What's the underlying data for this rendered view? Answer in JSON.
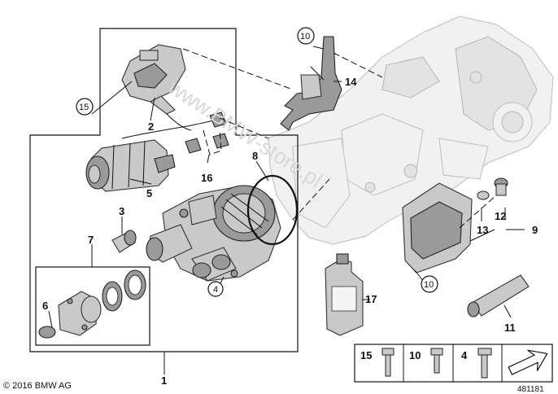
{
  "watermark": "www.BMW-store.pl",
  "copyright": "© 2016 BMW AG",
  "diagram_number": "481181",
  "callouts": {
    "c1": "1",
    "c2": "2",
    "c3": "3",
    "c4": "4",
    "c5": "5",
    "c6": "6",
    "c7": "7",
    "c8": "8",
    "c9": "9",
    "c10a": "10",
    "c10b": "10",
    "c11": "11",
    "c12": "12",
    "c13": "13",
    "c14": "14",
    "c15": "15",
    "c16": "16",
    "c17": "17"
  },
  "legend": {
    "items": [
      {
        "label": "15"
      },
      {
        "label": "10"
      },
      {
        "label": "4"
      }
    ]
  }
}
